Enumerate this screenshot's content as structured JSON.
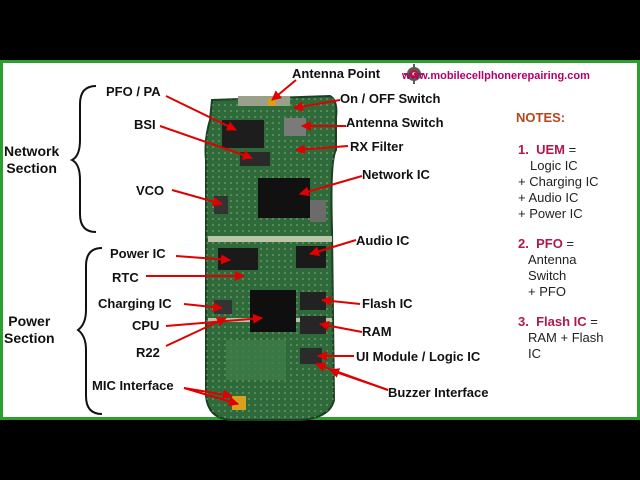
{
  "website": "www.mobilecellphonerepairing.com",
  "icons": {
    "site_logo": "gear-icon"
  },
  "sections": {
    "network": [
      "Network",
      "Section"
    ],
    "power": [
      "Power",
      "Section"
    ]
  },
  "labels": {
    "antenna_point": "Antenna Point",
    "on_off_switch": "On / OFF Switch",
    "antenna_switch": "Antenna Switch",
    "rx_filter": "RX Filter",
    "network_ic": "Network IC",
    "audio_ic": "Audio IC",
    "flash_ic": "Flash IC",
    "ram": "RAM",
    "ui_module": "UI Module / Logic IC",
    "buzzer_interface": "Buzzer Interface",
    "pfo_pa": "PFO / PA",
    "bsi": "BSI",
    "vco": "VCO",
    "power_ic": "Power IC",
    "rtc": "RTC",
    "charging_ic": "Charging IC",
    "cpu": "CPU",
    "r22": "R22",
    "mic_interface": "MIC Interface"
  },
  "notes": {
    "title": "NOTES:",
    "items": [
      {
        "num": "1.",
        "key": "UEM",
        "lines": [
          "Logic IC",
          "+ Charging IC",
          "+ Audio IC",
          "+ Power IC"
        ]
      },
      {
        "num": "2.",
        "key": "PFO",
        "lines": [
          "Antenna",
          "Switch",
          "+ PFO"
        ]
      },
      {
        "num": "3.",
        "key": "Flash IC",
        "lines": [
          "RAM + Flash",
          "IC"
        ]
      }
    ]
  },
  "colors": {
    "frame": "#2e9e2e",
    "arrow": "#e00000",
    "notes_accent": "#b0184a",
    "board": "#2f6b3a"
  }
}
